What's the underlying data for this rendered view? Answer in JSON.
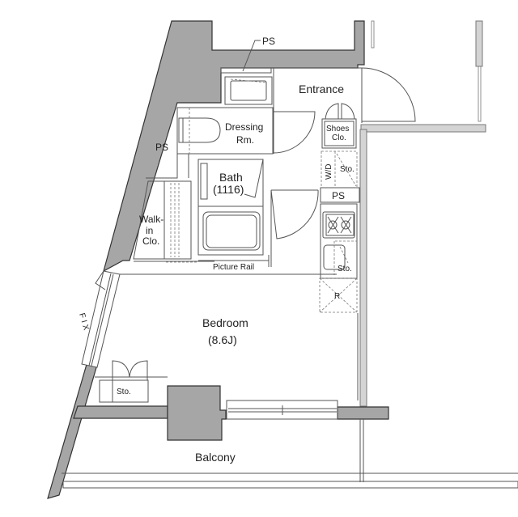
{
  "floorplan": {
    "rooms": {
      "entrance": "Entrance",
      "dressing_line1": "Dressing",
      "dressing_line2": "Rm.",
      "bath_line1": "Bath",
      "bath_line2": "(1116)",
      "walkin_line1": "Walk-",
      "walkin_line2": "in",
      "walkin_line3": "Clo.",
      "bedroom_line1": "Bedroom",
      "bedroom_line2": "(8.6J)",
      "balcony": "Balcony"
    },
    "fixtures": {
      "ps_top": "PS",
      "ps_left": "PS",
      "ps_kitchen": "PS",
      "shoes_line1": "Shoes",
      "shoes_line2": "Clo.",
      "wd": "W/D",
      "sto_wd": "Sto.",
      "sto_kitchen": "Sto.",
      "refrigerator": "R",
      "sto_bedroom": "Sto.",
      "picture_rail": "Picture Rail",
      "fix_window": "FIX"
    },
    "colors": {
      "structural_wall": "#a6a6a6",
      "partition_wall": "#d4d4d4",
      "line": "#555555",
      "background": "#ffffff"
    }
  }
}
